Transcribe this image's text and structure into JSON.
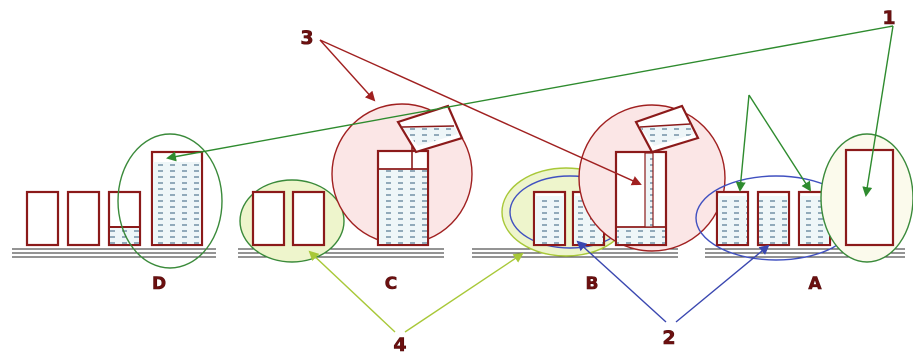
{
  "labels": {
    "station_d": "D",
    "station_c": "C",
    "station_b": "B",
    "station_a": "A",
    "callout_1": "1",
    "callout_2": "2",
    "callout_3": "3",
    "callout_4": "4"
  },
  "colors": {
    "container_outline": "#8b1a1a",
    "liquid_dash": "#1f4e6e",
    "callout_1_arrow": "#2e8b2e",
    "callout_2_arrow": "#3a47b0",
    "callout_3_arrow": "#a02020",
    "callout_4_arrow": "#a8c838",
    "group_pink_fill": "#fbe6e6",
    "group_yellow_fill": "#eef5cc",
    "group_green_outline": "#3a8a3a",
    "group_blue_outline": "#4050c0"
  },
  "icons": [
    "empty-container",
    "filled-container",
    "half-filled-container",
    "pouring-cup",
    "pipette-tube"
  ]
}
